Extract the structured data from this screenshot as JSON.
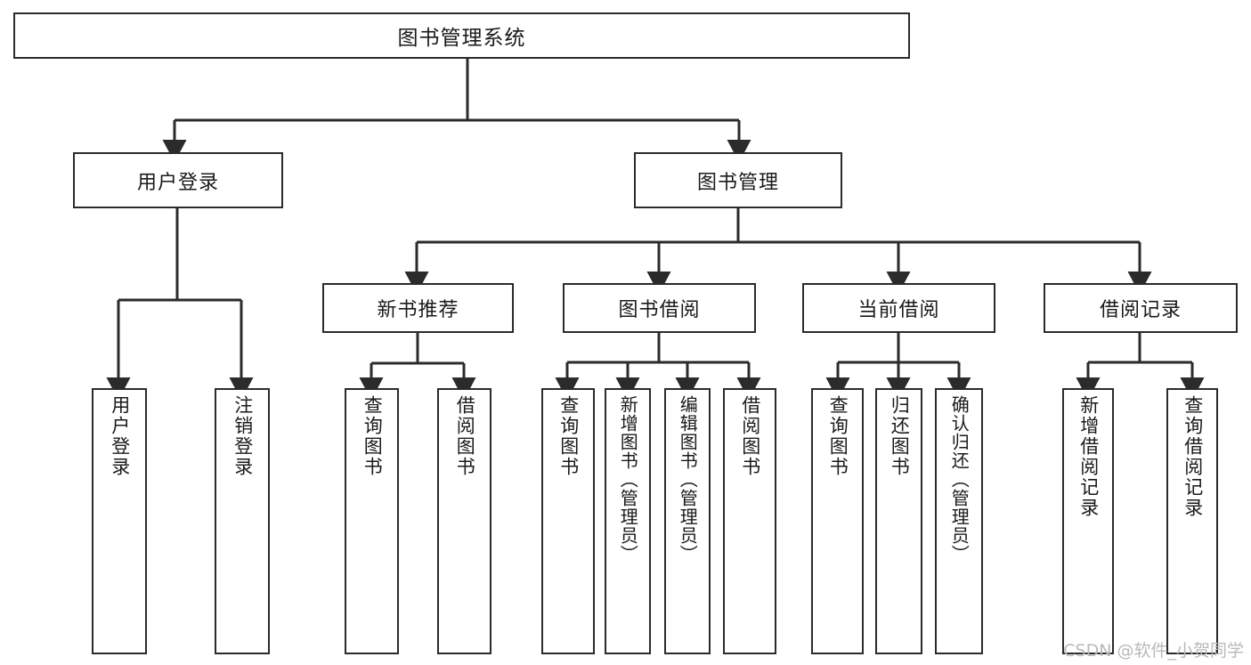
{
  "diagram": {
    "type": "tree-hierarchy",
    "title": "图书管理系统",
    "root": {
      "label": "图书管理系统",
      "children": [
        {
          "label": "用户登录",
          "children": [
            {
              "label": "用户登录"
            },
            {
              "label": "注销登录"
            }
          ]
        },
        {
          "label": "图书管理",
          "children": [
            {
              "label": "新书推荐",
              "children": [
                {
                  "label": "查询图书"
                },
                {
                  "label": "借阅图书"
                }
              ]
            },
            {
              "label": "图书借阅",
              "children": [
                {
                  "label": "查询图书"
                },
                {
                  "label": "新增图书（管理员）"
                },
                {
                  "label": "编辑图书（管理员）"
                },
                {
                  "label": "借阅图书"
                }
              ]
            },
            {
              "label": "当前借阅",
              "children": [
                {
                  "label": "查询图书"
                },
                {
                  "label": "归还图书"
                },
                {
                  "label": "确认归还（管理员）"
                }
              ]
            },
            {
              "label": "借阅记录",
              "children": [
                {
                  "label": "新增借阅记录"
                },
                {
                  "label": "查询借阅记录"
                }
              ]
            }
          ]
        }
      ]
    }
  },
  "nodes": {
    "root": "图书管理系统",
    "l1": {
      "user_login": "用户登录",
      "book_manage": "图书管理"
    },
    "l2": {
      "new_book_rec": "新书推荐",
      "book_borrow": "图书借阅",
      "current_borrow": "当前借阅",
      "borrow_record": "借阅记录"
    },
    "leaves": {
      "user_login_1": "用户登录",
      "user_login_2": "注销登录",
      "new_book_1": "查询图书",
      "new_book_2": "借阅图书",
      "borrow_1": "查询图书",
      "borrow_2": "新增图书（管理员）",
      "borrow_3": "编辑图书（管理员）",
      "borrow_4": "借阅图书",
      "current_1": "查询图书",
      "current_2": "归还图书",
      "current_3": "确认归还（管理员）",
      "record_1": "新增借阅记录",
      "record_2": "查询借阅记录"
    }
  },
  "watermark": "CSDN @软件_小贺同学",
  "colors": {
    "stroke": "#2b2b2b",
    "text": "#1a1a1a",
    "background": "#ffffff",
    "watermark": "#b9b9b9"
  }
}
